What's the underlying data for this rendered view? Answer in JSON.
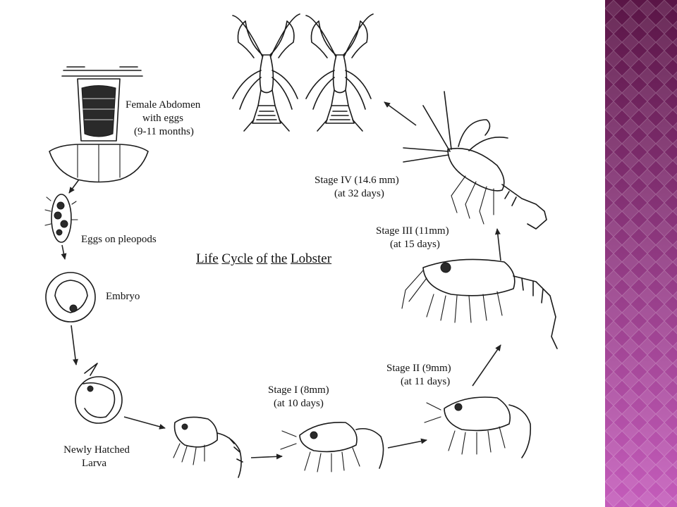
{
  "diagram": {
    "title_words": [
      "Life",
      "Cycle",
      "of",
      "the",
      "Lobster"
    ],
    "labels": {
      "female_abdomen": [
        "Female Abdomen",
        "with eggs",
        "(9-11 months)"
      ],
      "eggs_on_pleopods": "Eggs on pleopods",
      "embryo": "Embryo",
      "newly_hatched_larva": [
        "Newly Hatched",
        "Larva"
      ],
      "stage_1": [
        "Stage I (8mm)",
        "(at 10 days)"
      ],
      "stage_2": [
        "Stage II (9mm)",
        "(at 11 days)"
      ],
      "stage_3": [
        "Stage III (11mm)",
        "(at 15 days)"
      ],
      "stage_4": [
        "Stage IV (14.6 mm)",
        "(at 32 days)"
      ]
    }
  },
  "theme": {
    "panel_color_dark": "#5a1546",
    "panel_color_light": "#c45cbb",
    "ink_color": "#1a1a1a"
  }
}
